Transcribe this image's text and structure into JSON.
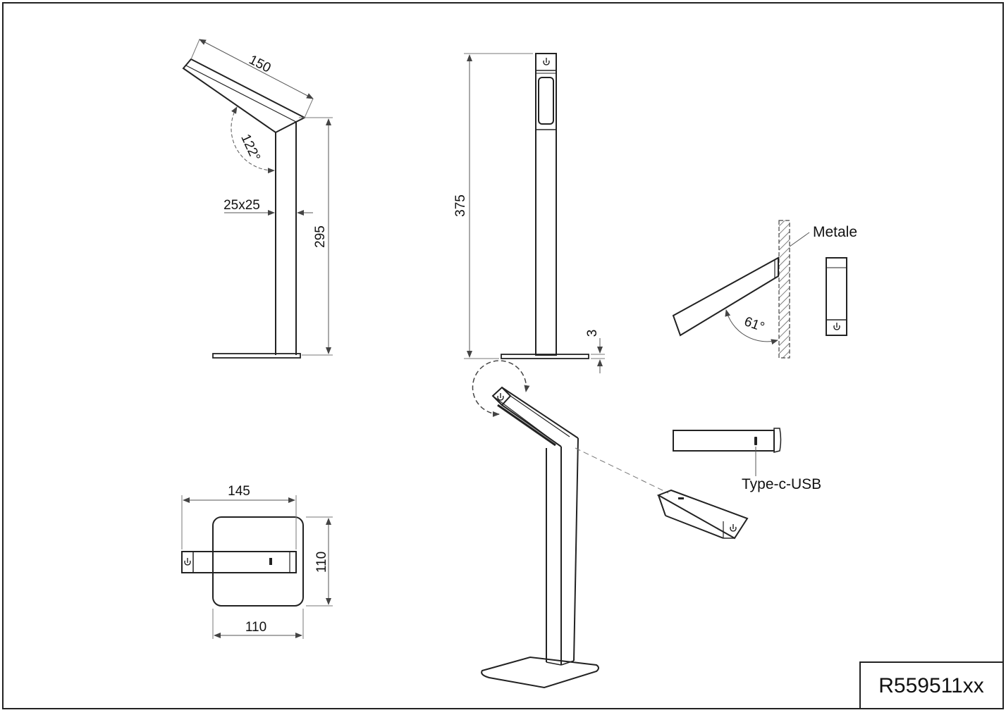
{
  "drawing": {
    "product_code": "R559511xx",
    "side_view": {
      "arm_length": "150",
      "arm_angle": "122°",
      "stem_section": "25x25",
      "stem_height": "295"
    },
    "front_view": {
      "total_height": "375",
      "base_thickness": "3"
    },
    "wall_detail": {
      "wall_label": "Metale",
      "angle": "61°"
    },
    "top_view": {
      "width_top": "145",
      "depth": "110",
      "width_bottom": "110"
    },
    "head_detail": {
      "port_label": "Type-c-USB"
    }
  }
}
